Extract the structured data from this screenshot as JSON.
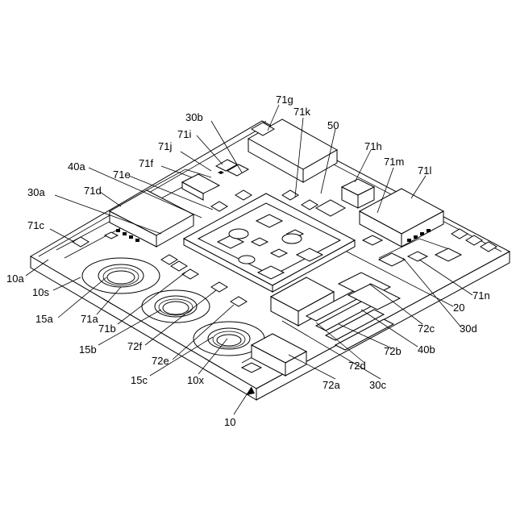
{
  "figure": {
    "title": "",
    "labels": {
      "71g": "71g",
      "71k": "71k",
      "30b": "30b",
      "50": "50",
      "71i": "71i",
      "71h": "71h",
      "71j": "71j",
      "71m": "71m",
      "71l": "71l",
      "71f": "71f",
      "40a": "40a",
      "71e": "71e",
      "30a": "30a",
      "71d": "71d",
      "71c": "71c",
      "10a": "10a",
      "10s": "10s",
      "71n": "71n",
      "15a": "15a",
      "71a": "71a",
      "20": "20",
      "71b": "71b",
      "72c": "72c",
      "30d": "30d",
      "15b": "15b",
      "72f": "72f",
      "40b": "40b",
      "72b": "72b",
      "72e": "72e",
      "72d": "72d",
      "15c": "15c",
      "10x": "10x",
      "72a": "72a",
      "30c": "30c",
      "10": "10"
    }
  }
}
